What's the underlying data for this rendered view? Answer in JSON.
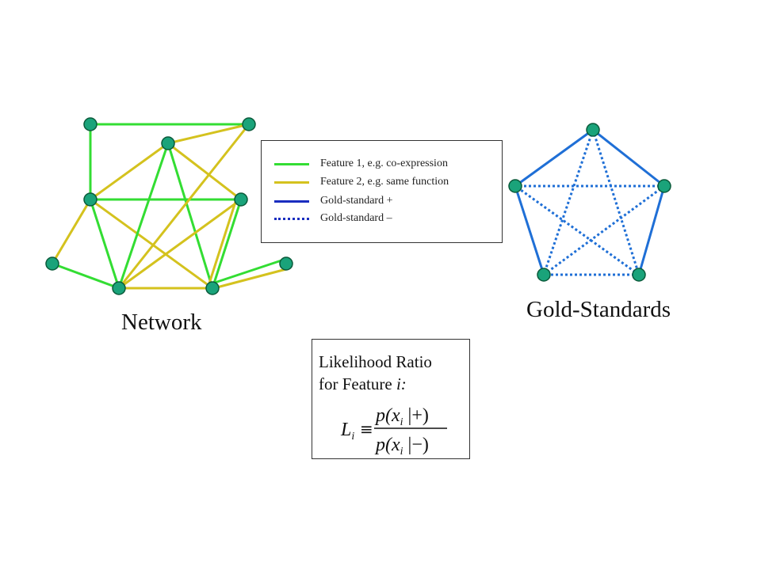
{
  "titles": {
    "network": "Network",
    "gold": "Gold-Standards"
  },
  "legend": {
    "items": [
      {
        "label": "Feature 1, e.g. co-expression",
        "color": "#33dd33",
        "style": "solid"
      },
      {
        "label": "Feature 2, e.g. same function",
        "color": "#d4c21e",
        "style": "solid"
      },
      {
        "label": "Gold-standard +",
        "color": "#1a2dbf",
        "style": "solid"
      },
      {
        "label": "Gold-standard –",
        "color": "#1a2dbf",
        "style": "dotted"
      }
    ]
  },
  "formula": {
    "line1": "Likelihood Ratio",
    "line2_prefix": "for Feature ",
    "line2_var": "i:",
    "lhs": "L",
    "lhs_sub": "i",
    "equiv": "≡",
    "num_p": "p(x",
    "num_sub": "i",
    "num_cond": " |+)",
    "den_p": "p(x",
    "den_sub": "i",
    "den_cond": " |−)"
  },
  "colors": {
    "feature1": "#33dd33",
    "feature2": "#d4c21e",
    "gold_edge": "#1f6fd6",
    "node_fill": "#1aa37a",
    "node_stroke": "#0a5a3a"
  }
}
